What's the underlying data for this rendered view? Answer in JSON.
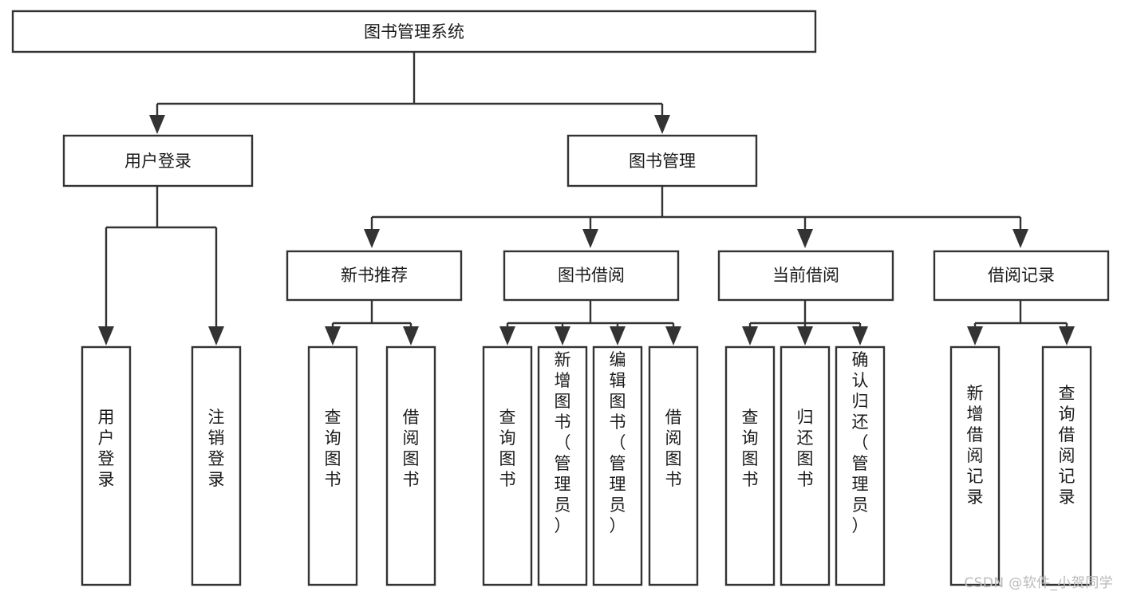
{
  "diagram": {
    "title": "图书管理系统",
    "type": "tree-hierarchy-chart",
    "watermark": "CSDN @软件_小贺同学",
    "root": {
      "id": "root",
      "label": "图书管理系统"
    },
    "level2": [
      {
        "id": "user-login",
        "label": "用户登录"
      },
      {
        "id": "book-manage",
        "label": "图书管理"
      }
    ],
    "level3": [
      {
        "id": "new-book-recommend",
        "label": "新书推荐",
        "parent": "book-manage"
      },
      {
        "id": "book-borrow",
        "label": "图书借阅",
        "parent": "book-manage"
      },
      {
        "id": "current-borrow",
        "label": "当前借阅",
        "parent": "book-manage"
      },
      {
        "id": "borrow-record",
        "label": "借阅记录",
        "parent": "book-manage"
      }
    ],
    "leaves": {
      "user-login": [
        {
          "id": "leaf-user-login",
          "label": "用户登录"
        },
        {
          "id": "leaf-user-logout",
          "label": "注销登录"
        }
      ],
      "new-book-recommend": [
        {
          "id": "leaf-query-book-1",
          "label": "查询图书"
        },
        {
          "id": "leaf-borrow-book-1",
          "label": "借阅图书"
        }
      ],
      "book-borrow": [
        {
          "id": "leaf-query-book-2",
          "label": "查询图书"
        },
        {
          "id": "leaf-add-book",
          "label": "新增图书（管理员）"
        },
        {
          "id": "leaf-edit-book",
          "label": "编辑图书（管理员）"
        },
        {
          "id": "leaf-borrow-book-2",
          "label": "借阅图书"
        }
      ],
      "current-borrow": [
        {
          "id": "leaf-query-book-3",
          "label": "查询图书"
        },
        {
          "id": "leaf-return-book",
          "label": "归还图书"
        },
        {
          "id": "leaf-confirm-return",
          "label": "确认归还（管理员）"
        }
      ],
      "borrow-record": [
        {
          "id": "leaf-add-record",
          "label": "新增借阅记录"
        },
        {
          "id": "leaf-query-record",
          "label": "查询借阅记录"
        }
      ]
    },
    "colors": {
      "stroke": "#333333",
      "fill": "#ffffff",
      "text": "#1a1a1a",
      "watermark": "#b9b9b9"
    }
  }
}
